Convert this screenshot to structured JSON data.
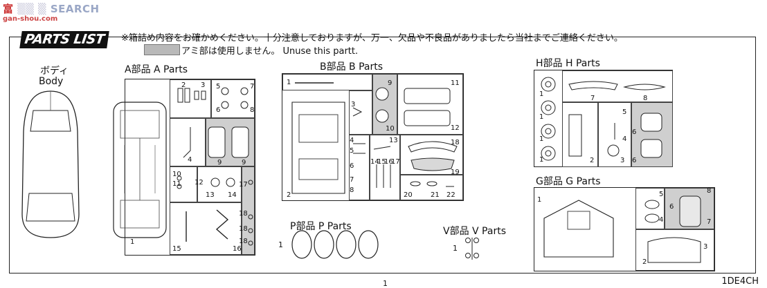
{
  "watermark": {
    "brand": "SEARCH",
    "brand_left": "富",
    "site": "gan-shou.com"
  },
  "header": {
    "title": "PARTS LIST",
    "notice": "※箱詰め内容をお確かめください。十分注意しておりますが、万一、欠品や不良品がありましたら当社までご連絡ください。",
    "unuse": "アミ部は使用しません。 Unuse this partt."
  },
  "body": {
    "jp": "ボディ",
    "en": "Body"
  },
  "parts": {
    "a": {
      "label": "A部品 A Parts",
      "numbers": [
        "1",
        "2",
        "3",
        "4",
        "5",
        "6",
        "7",
        "8",
        "9",
        "9",
        "10",
        "11",
        "12",
        "13",
        "14",
        "15",
        "16",
        "17",
        "18",
        "18",
        "18"
      ]
    },
    "b": {
      "label": "B部品 B Parts",
      "numbers": [
        "1",
        "2",
        "3",
        "4",
        "5",
        "6",
        "7",
        "8",
        "9",
        "10",
        "11",
        "12",
        "13",
        "14",
        "15",
        "16",
        "17",
        "18",
        "19",
        "20",
        "21",
        "22"
      ]
    },
    "h": {
      "label": "H部品 H Parts",
      "numbers": [
        "1",
        "1",
        "1",
        "1",
        "2",
        "3",
        "4",
        "5",
        "6",
        "6",
        "7",
        "8"
      ]
    },
    "g": {
      "label": "G部品 G Parts",
      "numbers": [
        "1",
        "2",
        "3",
        "4",
        "5",
        "6",
        "7",
        "8"
      ]
    },
    "p": {
      "label": "P部品 P Parts",
      "number": "1"
    },
    "v": {
      "label": "V部品 V Parts",
      "number": "1"
    }
  },
  "footer": {
    "code": "1DE4CH",
    "page": "1"
  }
}
